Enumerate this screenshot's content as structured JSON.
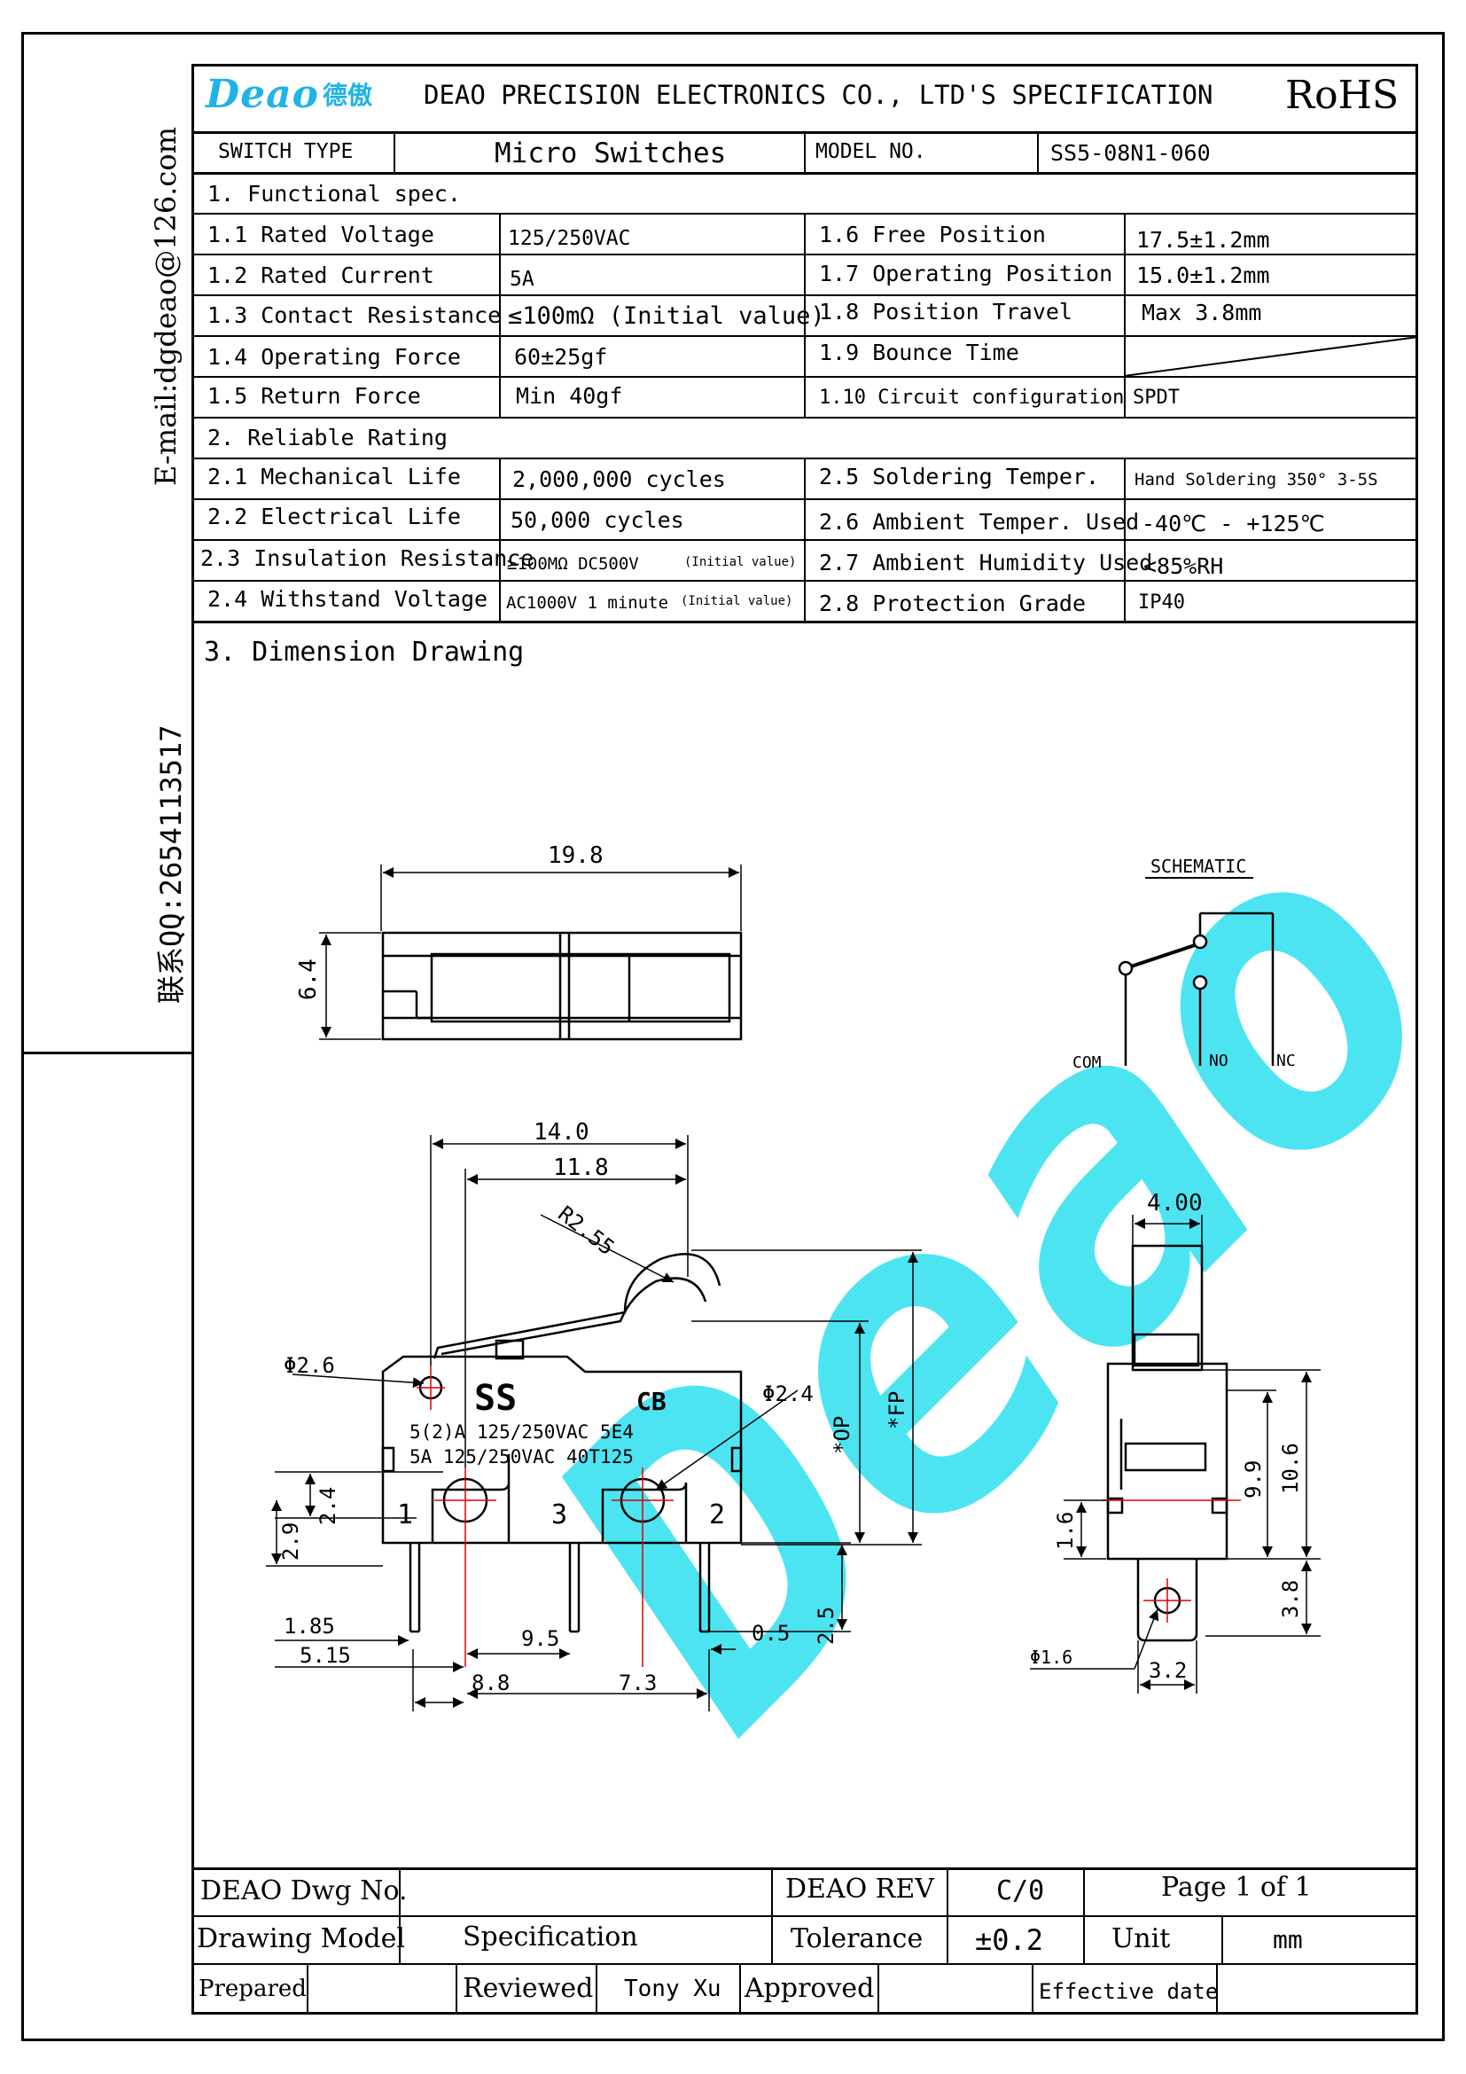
{
  "side": {
    "email": "E-mail:dgdeao@126.com",
    "qq": "联系QQ:2654113517"
  },
  "header": {
    "logo_text": "Deao",
    "logo_cn": "德傲",
    "title": "DEAO PRECISION ELECTRONICS CO., LTD'S SPECIFICATION",
    "rohs": "RoHS"
  },
  "type_row": {
    "switch_type_label": "SWITCH TYPE",
    "switch_type_value": "Micro Switches",
    "model_label": "MODEL NO.",
    "model_value": "SS5-08N1-060"
  },
  "functional": {
    "heading": "1. Functional spec.",
    "rows": [
      {
        "l_label": "1.1 Rated Voltage",
        "l_value": "125/250VAC",
        "r_label": "1.6  Free Position",
        "r_value": "17.5±1.2mm"
      },
      {
        "l_label": "1.2 Rated Current",
        "l_value": "5A",
        "r_label": "1.7  Operating Position",
        "r_value": "15.0±1.2mm"
      },
      {
        "l_label": "1.3 Contact Resistance",
        "l_value": "≤100mΩ (Initial value)",
        "r_label": "1.8  Position Travel",
        "r_value": "Max 3.8mm"
      },
      {
        "l_label": "1.4 Operating Force",
        "l_value": "60±25gf",
        "r_label": "1.9  Bounce Time",
        "r_value": ""
      },
      {
        "l_label": "1.5 Return Force",
        "l_value": "Min 40gf",
        "r_label": "1.10 Circuit configuration",
        "r_value": "SPDT"
      }
    ]
  },
  "reliable": {
    "heading": "2. Reliable Rating",
    "rows": [
      {
        "l_label": "2.1 Mechanical Life",
        "l_value": "2,000,000 cycles",
        "r_label": "2.5 Soldering Temper.",
        "r_value": "Hand Soldering 350°  3-5S"
      },
      {
        "l_label": "2.2 Electrical Life",
        "l_value": "50,000 cycles",
        "r_label": "2.6 Ambient Temper. Used",
        "r_value": "-40℃ - +125℃"
      },
      {
        "l_label": "2.3 Insulation Resistance",
        "l_value": "≥100MΩ DC500V",
        "l_note": "(Initial value)",
        "r_label": "2.7 Ambient Humidity Used",
        "r_value": "<85%RH"
      },
      {
        "l_label": "2.4  Withstand Voltage",
        "l_value": "AC1000V 1 minute",
        "l_note": "(Initial value)",
        "r_label": "2.8 Protection Grade",
        "r_value": "IP40"
      }
    ]
  },
  "drawing": {
    "heading": "3.  Dimension Drawing",
    "top_view": {
      "width": "19.8",
      "height": "6.4"
    },
    "schematic": {
      "title": "SCHEMATIC",
      "com": "COM",
      "no": "NO",
      "nc": "NC"
    },
    "front": {
      "d14": "14.0",
      "d118": "11.8",
      "r255": "R2.55",
      "phi26": "Φ2.6",
      "phi24": "Φ2.4",
      "marking1": "5(2)A 125/250VAC 5E4",
      "marking2": "5A 125/250VAC 40T125",
      "brand": "SS",
      "cert_cb": "CB",
      "pin1": "1",
      "pin3": "3",
      "pin2": "2",
      "d29": "2.9",
      "d24": "2.4",
      "d185": "1.85",
      "d515": "5.15",
      "d95": "9.5",
      "d88": "8.8",
      "d73": "7.3",
      "d05": "0.5",
      "d25": "2.5",
      "op": "*OP",
      "fp": "*FP"
    },
    "side_view": {
      "d400": "4.00",
      "d99": "9.9",
      "d106": "10.6",
      "d16": "1.6",
      "d38": "3.8",
      "d32": "3.2",
      "phi16": "Φ1.6"
    },
    "watermark": "Deao 德傲"
  },
  "footer": {
    "dwg_no_label": "DEAO Dwg No.",
    "dwg_no_value": "",
    "rev_label": "DEAO REV",
    "rev_value": "C/0",
    "page": "Page 1 of 1",
    "model_label": "Drawing Model",
    "model_value": "Specification",
    "tol_label": "Tolerance",
    "tol_value": "±0.2",
    "unit_label": "Unit",
    "unit_value": "mm",
    "prepared": "Prepared",
    "reviewed": "Reviewed",
    "reviewer": "Tony Xu",
    "approved": "Approved",
    "effective": "Effective date"
  }
}
